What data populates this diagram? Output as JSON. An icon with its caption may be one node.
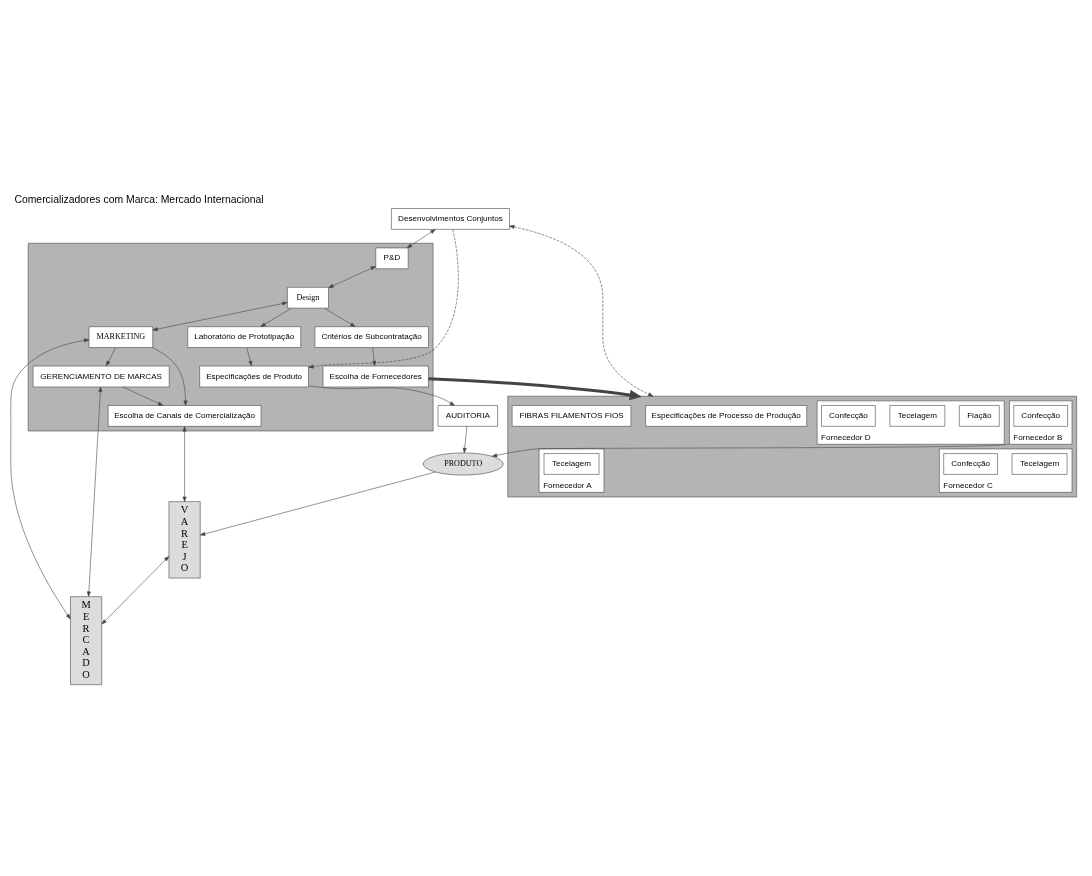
{
  "diagram": {
    "title": "Comercializadores com Marca: Mercado Internacional",
    "nodes": [
      {
        "text": [],
        "shape": "box"
      },
      {
        "text": [
          "Desenvolvimentos Conjuntos"
        ]
      },
      {
        "text": [
          "P&D"
        ],
        "in": 0
      },
      {
        "text": [
          "Design"
        ],
        "in": 0
      },
      {
        "text": [
          "MARKETING"
        ],
        "in": 0
      },
      {
        "text": [
          "Critérios de Subcontratação"
        ],
        "in": 0
      },
      {
        "text": [
          "Laboratório de Prototipação"
        ],
        "in": 0
      },
      {
        "text": [
          "GERENCIAMENTO DE MARCAS"
        ],
        "in": 0
      },
      {
        "text": [
          "Escolha de Fornecedores"
        ],
        "in": 0
      },
      {
        "text": [
          "Especificações de Produto"
        ],
        "in": 0
      },
      {
        "text": [
          "Escolha de Canais de Comercialização"
        ],
        "in": 0
      },
      {
        "text": [],
        "shape": "box"
      },
      {
        "text": [
          "Especificações de Processo de Produção"
        ],
        "in": 11
      },
      {
        "text": [
          "FIBRAS FILAMENTOS FIOS"
        ],
        "in": 11
      },
      {
        "text": [
          "Fornecedor A"
        ],
        "in": 11
      },
      {
        "text": [
          "Tecelagem"
        ],
        "in": 14
      },
      {
        "text": [
          "Fornecedor B"
        ],
        "in": 11
      },
      {
        "text": [
          "Confecção"
        ],
        "in": 16
      },
      {
        "text": [
          "Fornecedor C"
        ],
        "in": 11
      },
      {
        "text": [
          "Tecelagem"
        ],
        "in": 18
      },
      {
        "text": [
          "Confecção"
        ],
        "in": 18
      },
      {
        "text": [
          "Fornecedor D"
        ],
        "in": 11
      },
      {
        "text": [
          "Fiação"
        ],
        "in": 21
      },
      {
        "text": [
          "Tecelagem"
        ],
        "in": 21
      },
      {
        "text": [
          "Confecção"
        ],
        "in": 21
      },
      {
        "text": [
          "AUDITORIA"
        ]
      },
      {
        "text": [
          "PRODUTO"
        ]
      },
      {
        "text": [
          "VAREJO"
        ]
      },
      {
        "text": [
          "MERCADO"
        ]
      }
    ],
    "edges": [
      {
        "from": 1,
        "to": 2,
        "arrow": "both"
      },
      {
        "from": 2,
        "to": 3,
        "arrow": "both"
      },
      {
        "from": 3,
        "to": 4,
        "arrow": "both"
      },
      {
        "from": 4,
        "to": 28,
        "arrow": "both"
      },
      {
        "from": 3,
        "to": 5,
        "arrow": "to"
      },
      {
        "from": 3,
        "to": 6,
        "arrow": "to"
      },
      {
        "from": 4,
        "to": 7,
        "arrow": "to"
      },
      {
        "from": 4,
        "to": 10,
        "arrow": "to"
      },
      {
        "from": 7,
        "to": 28,
        "arrow": "both"
      },
      {
        "from": 7,
        "to": 10,
        "arrow": "to"
      },
      {
        "from": 5,
        "to": 8,
        "arrow": "to"
      },
      {
        "from": 6,
        "to": 9,
        "arrow": "to"
      },
      {
        "from": 1,
        "to": 9,
        "arrow": "to",
        "style": "dashed"
      },
      {
        "from": 10,
        "to": 27,
        "arrow": "both"
      },
      {
        "from": 27,
        "to": 28,
        "arrow": "both"
      },
      {
        "from": 8,
        "to": 11,
        "arrow": "to",
        "style": "thick"
      },
      {
        "from": 9,
        "to": 25,
        "arrow": "to"
      },
      {
        "from": 1,
        "to": 11,
        "arrow": "both",
        "style": "dashed"
      },
      {
        "from": 25,
        "to": 26,
        "arrow": "to"
      },
      {
        "from": 16,
        "to": 26,
        "arrow": "to"
      },
      {
        "from": 26,
        "to": 27,
        "arrow": "to"
      }
    ]
  }
}
